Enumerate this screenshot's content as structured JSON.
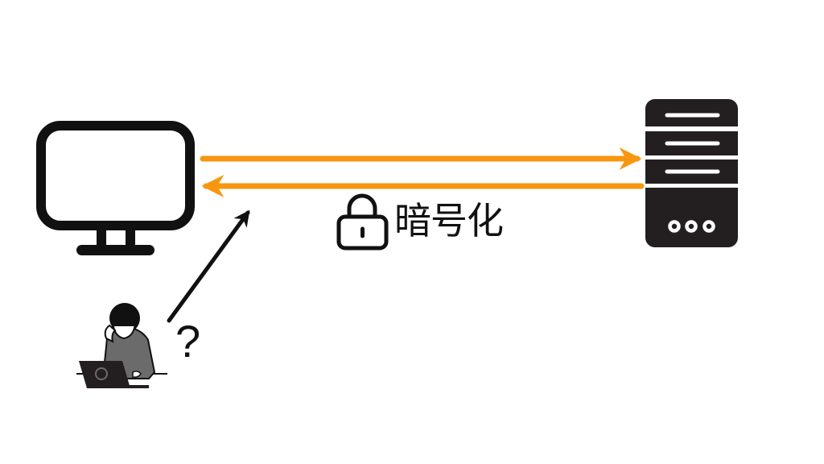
{
  "diagram": {
    "encryption_label": "暗号化",
    "question_mark": "?",
    "nodes": [
      "client-monitor",
      "server",
      "attacker"
    ],
    "colors": {
      "arrow": "#f7960f",
      "icon": "#111111",
      "attacker_body": "#6b6b6b"
    }
  }
}
